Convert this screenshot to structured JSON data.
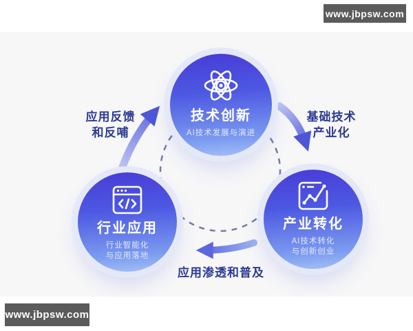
{
  "watermarks": {
    "top_right": "www.jbpsw.com",
    "bottom_left": "www.jbpsw.com"
  },
  "nodes": {
    "tech_innovation": {
      "icon": "atom-icon",
      "title": "技术创新",
      "subtitle": "AI技术发展与演进"
    },
    "industry_application": {
      "icon": "browser-code-icon",
      "title": "行业应用",
      "subtitle_line1": "行业智能化",
      "subtitle_line2": "与应用落地"
    },
    "industry_transformation": {
      "icon": "line-chart-icon",
      "title": "产业转化",
      "subtitle_line1": "AI技术转化",
      "subtitle_line2": "与创新创业"
    }
  },
  "edges": {
    "feedback": {
      "line1": "应用反馈",
      "line2": "和反哺",
      "from": "industry_application",
      "to": "tech_innovation"
    },
    "industrialization": {
      "line1": "基础技术",
      "line2": "产业化",
      "from": "tech_innovation",
      "to": "industry_transformation"
    },
    "penetration": {
      "label": "应用渗透和普及",
      "from": "industry_transformation",
      "to": "industry_application"
    }
  },
  "colors": {
    "circle_gradient_top": "#483fd7",
    "circle_gradient_bottom": "#a7c1f6",
    "circle_halo": "#e5e8f7",
    "label_text": "#2c3a92",
    "arrow_light": "#b9c3f2",
    "arrow_dark": "#5059d6",
    "dashed_ring": "#5a639c",
    "stage_background": "#f7f7f8",
    "watermark_background": "#5b5b5b",
    "watermark_text": "#ffffff"
  }
}
